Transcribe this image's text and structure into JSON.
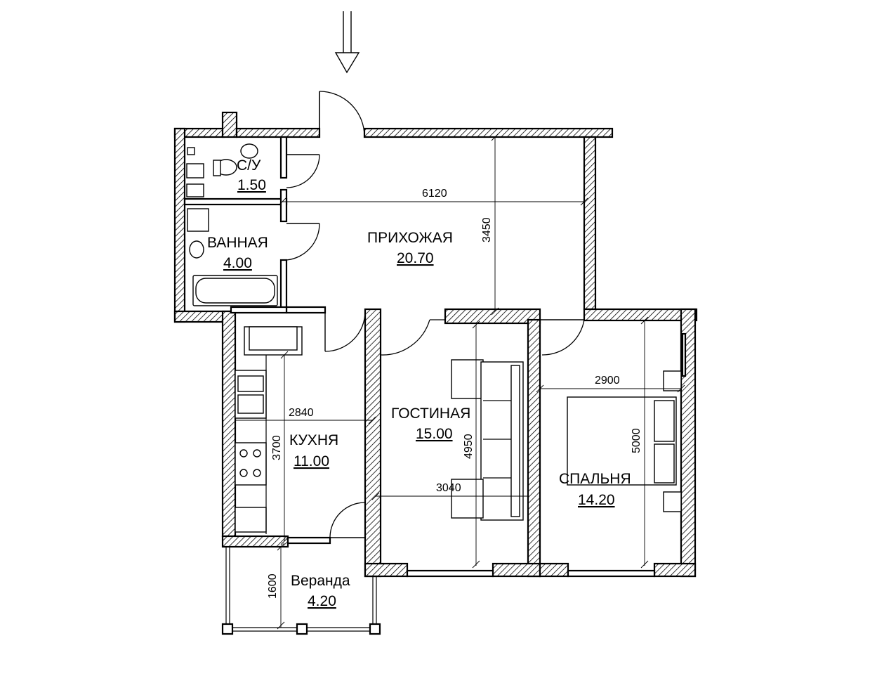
{
  "rooms": {
    "su": {
      "name": "С/У",
      "area": "1.50"
    },
    "bath": {
      "name": "ВАННАЯ",
      "area": "4.00"
    },
    "hall": {
      "name": "ПРИХОЖАЯ",
      "area": "20.70"
    },
    "kitchen": {
      "name": "КУХНЯ",
      "area": "11.00"
    },
    "living": {
      "name": "ГОСТИНАЯ",
      "area": "15.00"
    },
    "bedroom": {
      "name": "СПАЛЬНЯ",
      "area": "14.20"
    },
    "veranda": {
      "name": "Веранда",
      "area": "4.20"
    }
  },
  "dimensions": {
    "hall_width": "6120",
    "hall_depth": "3450",
    "kitchen_width": "2840",
    "kitchen_depth": "3700",
    "living_width": "3040",
    "living_depth": "4950",
    "bedroom_width": "2900",
    "bedroom_depth": "5000",
    "veranda_depth": "1600"
  },
  "icons": {
    "entrance": "entrance-arrow-icon"
  },
  "colors": {
    "line": "#000000",
    "background": "#ffffff"
  }
}
